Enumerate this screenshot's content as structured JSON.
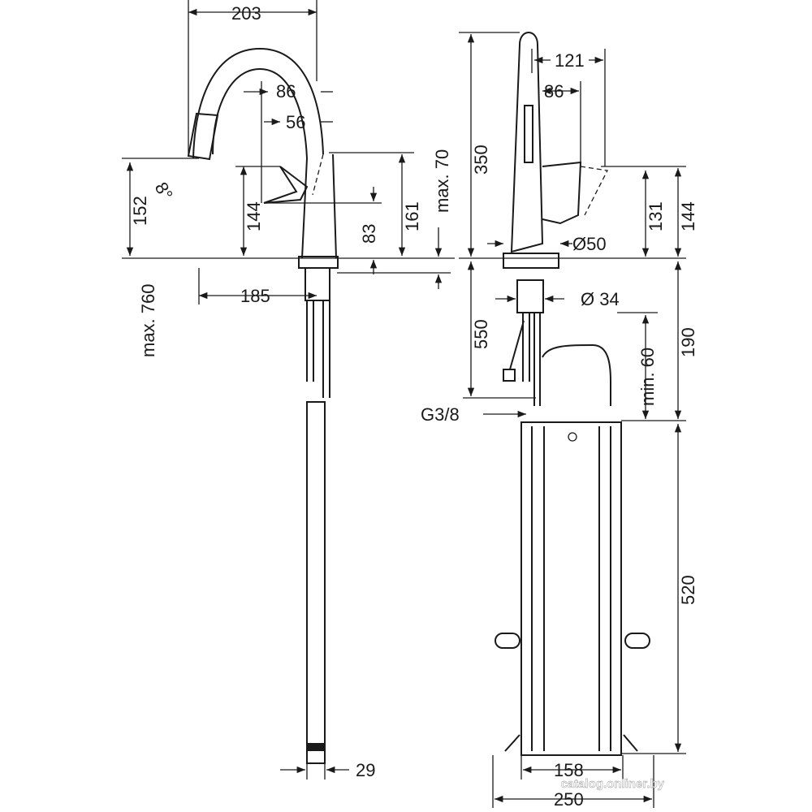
{
  "left_view": {
    "dims": {
      "width_203": "203",
      "spout_86": "86",
      "spout_56": "56",
      "max_70": "max. 70",
      "height_152": "152",
      "angle_8": "8°",
      "height_144": "144",
      "height_161": "161",
      "height_83": "83",
      "max_760": "max. 760",
      "reach_185": "185",
      "hose_29": "29"
    }
  },
  "right_view": {
    "dims": {
      "height_350": "350",
      "width_121": "121",
      "width_86": "86",
      "dia_50": "Ø50",
      "height_131": "131",
      "height_144": "144",
      "height_550": "550",
      "dia_34": "Ø 34",
      "height_190": "190",
      "min_60": "min. 60",
      "thread": "G3/8",
      "height_520": "520",
      "width_158": "158",
      "width_250": "250"
    }
  },
  "watermark": "catalog.onliner.by"
}
